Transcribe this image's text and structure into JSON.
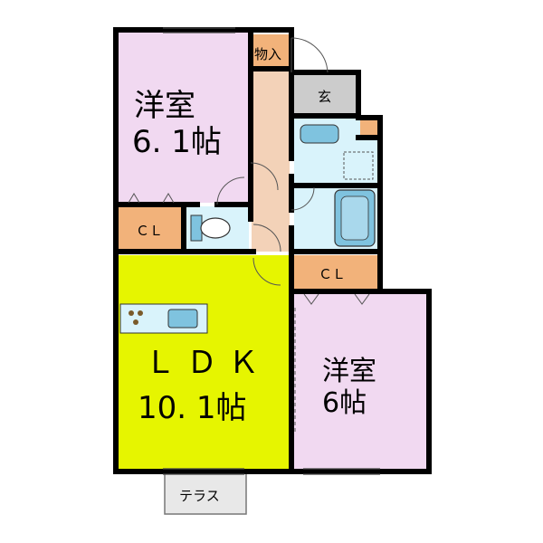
{
  "rooms": {
    "western_room_1": {
      "name": "洋室",
      "size": "6. 1帖",
      "color": "#f1d9f1"
    },
    "western_room_2": {
      "name": "洋室",
      "size": "6帖",
      "color": "#f1d9f1"
    },
    "ldk": {
      "name": "ＬＤＫ",
      "size": "10. 1帖",
      "color": "#e6f500"
    },
    "closet_1": {
      "label": "ＣＬ",
      "color": "#f2b27a"
    },
    "closet_2": {
      "label": "ＣＬ",
      "color": "#f2b27a"
    },
    "storage": {
      "label": "物入",
      "color": "#f2b27a"
    },
    "entrance": {
      "label": "玄",
      "color": "#cccccc"
    },
    "terrace": {
      "label": "テラス",
      "color": "#e8e8e8"
    },
    "hallway": {
      "color": "#f3d2b8"
    },
    "wet_area": {
      "color": "#d9f3fb"
    }
  },
  "colors": {
    "wall": "#000000",
    "fixture_blue": "#7fc3df"
  }
}
